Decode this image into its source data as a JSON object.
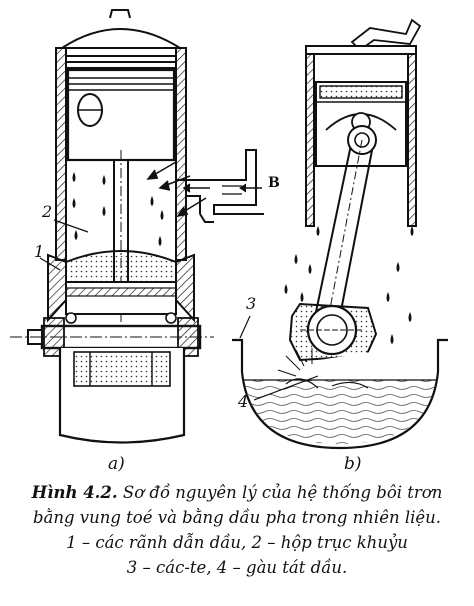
{
  "figure": {
    "panel_a_label": "a)",
    "panel_b_label": "b)",
    "arrow_label": "B",
    "callouts": [
      "1",
      "2",
      "3",
      "4"
    ]
  },
  "caption": {
    "figure_number": "Hình 4.2.",
    "title_part1": " Sơ đồ nguyên lý của hệ thống bôi trơn",
    "title_part2": "bằng vung toé và bằng dầu pha trong nhiên liệu.",
    "legend_line1": "1 – các rãnh dẫn dầu, 2 – hộp trục khuỷu",
    "legend_line2": "3 – các-te, 4 – gàu tát dầu."
  }
}
